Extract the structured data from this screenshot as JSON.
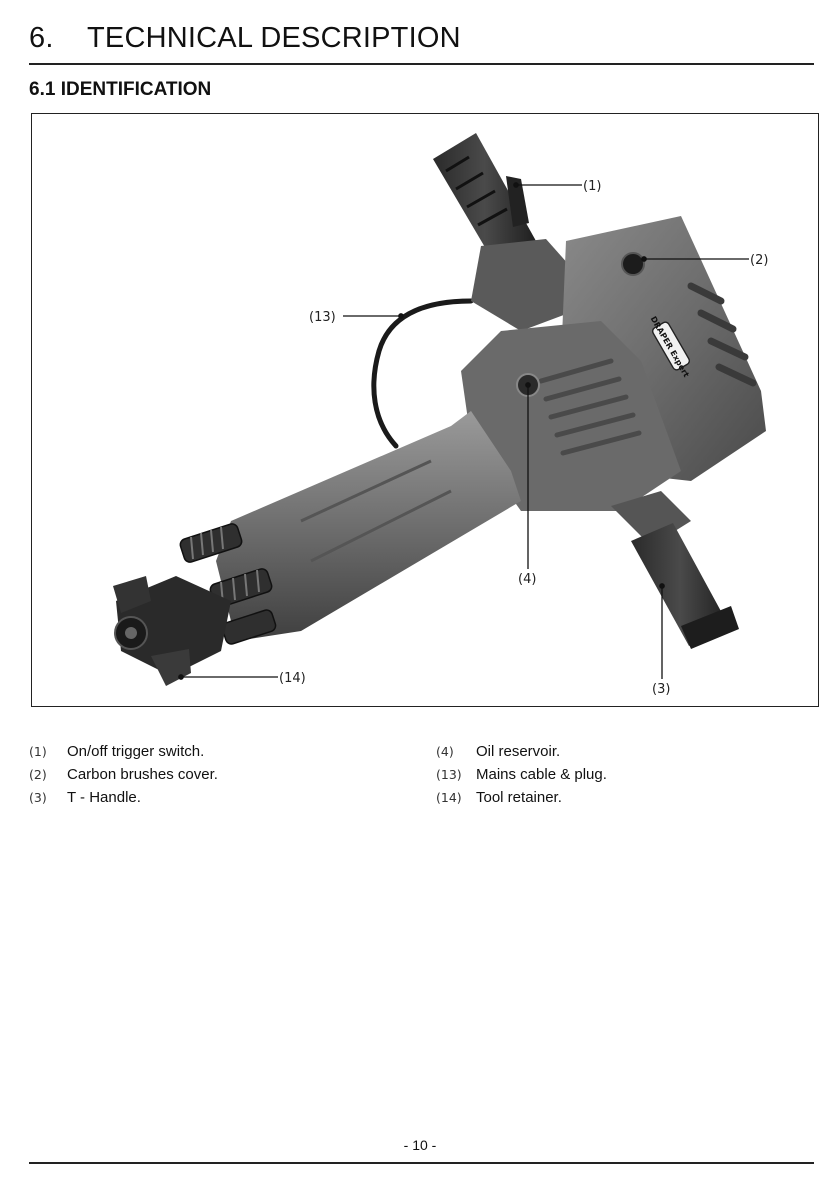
{
  "section": {
    "number": "6.",
    "title": "TECHNICAL DESCRIPTION"
  },
  "subsection": {
    "title": "6.1 IDENTIFICATION"
  },
  "figure": {
    "brand_logo": "DRAPER Expert",
    "callouts": {
      "c1": "(1)",
      "c2": "(2)",
      "c3": "(3)",
      "c4": "(4)",
      "c13": "(13)",
      "c14": "(14)"
    }
  },
  "legend": {
    "left": [
      {
        "num": "(1)",
        "label": "On/off trigger switch."
      },
      {
        "num": "(2)",
        "label": "Carbon brushes cover."
      },
      {
        "num": "(3)",
        "label": "T - Handle."
      }
    ],
    "right": [
      {
        "num": "(4)",
        "label": "Oil reservoir."
      },
      {
        "num": "(13)",
        "label": "Mains cable & plug."
      },
      {
        "num": "(14)",
        "label": "Tool retainer."
      }
    ]
  },
  "footer": {
    "page_number": "- 10 -"
  }
}
